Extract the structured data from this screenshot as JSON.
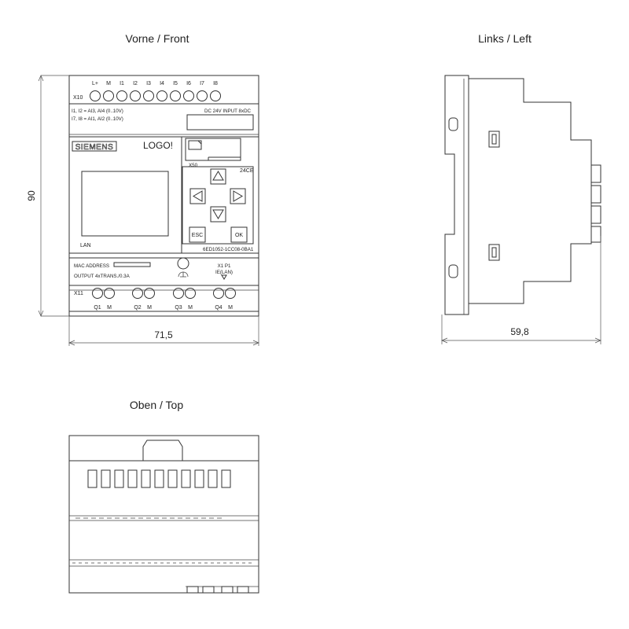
{
  "views": {
    "front": {
      "title": "Vorne / Front"
    },
    "left": {
      "title": "Links / Left"
    },
    "top": {
      "title": "Oben / Top"
    }
  },
  "dimensions": {
    "width_front": "71,5",
    "height": "90",
    "depth": "59,8"
  },
  "front_labels": {
    "terminal_top": "X10",
    "inputs": [
      "L+",
      "M",
      "I1",
      "I2",
      "I3",
      "I4",
      "I5",
      "I6",
      "I7",
      "I8"
    ],
    "analog_line1": "I1, I2 = AI3, AI4 (0..10V)",
    "analog_line2": "I7, I8 = AI1, AI2 (0..10V)",
    "input_rating": "DC 24V  INPUT 8xDC",
    "brand": "SIEMENS",
    "product": "LOGO!",
    "card_slot": "X50",
    "variant": "24CE",
    "esc": "ESC",
    "ok": "OK",
    "lan": "LAN",
    "order_number": "6ED1052-1CC08-0BA1",
    "mac": "MAC ADDRESS",
    "output": "OUTPUT 4xTRANS./0.3A",
    "port1": "X1 P1",
    "port2": "IE(LAN)",
    "terminal_bottom": "X11",
    "outputs": [
      "Q1",
      "M",
      "Q2",
      "M",
      "Q3",
      "M",
      "Q4",
      "M"
    ]
  }
}
